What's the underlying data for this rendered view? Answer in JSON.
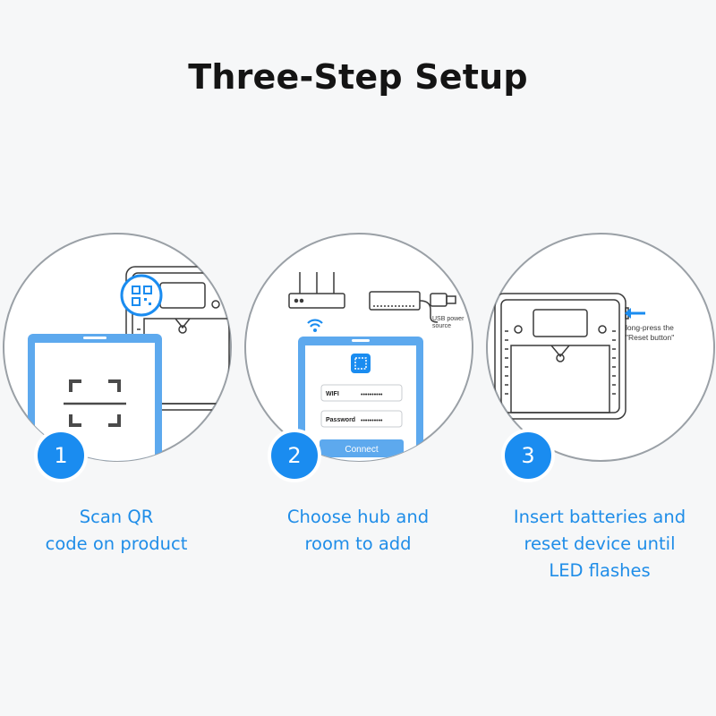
{
  "title": "Three-Step Setup",
  "colors": {
    "accent": "#1a8cf0",
    "caption_blue": "#1f8de8",
    "device_line": "#3a3a3a",
    "background": "#f6f7f8"
  },
  "steps": [
    {
      "number": "1",
      "caption_lines": [
        "Scan QR",
        "code on product"
      ],
      "icons": [
        "qr-code-icon",
        "scan-frame-icon"
      ]
    },
    {
      "number": "2",
      "caption_lines": [
        "Choose hub and",
        "room to add"
      ],
      "wifi_label": "WIFI",
      "wifi_value": "••••••••••",
      "password_label": "Password",
      "password_value": "••••••••••",
      "connect_label": "Connect",
      "usb_label_line1": "USB power",
      "usb_label_line2": "source",
      "icons": [
        "router-icon",
        "hub-icon",
        "usb-plug-icon",
        "wifi-icon",
        "app-logo-icon"
      ]
    },
    {
      "number": "3",
      "caption_lines": [
        "Insert batteries and",
        "reset device until",
        "LED flashes"
      ],
      "reset_label_line1": "long-press the",
      "reset_label_line2": "\"Reset button\"",
      "icons": [
        "arrow-left-icon"
      ]
    }
  ]
}
